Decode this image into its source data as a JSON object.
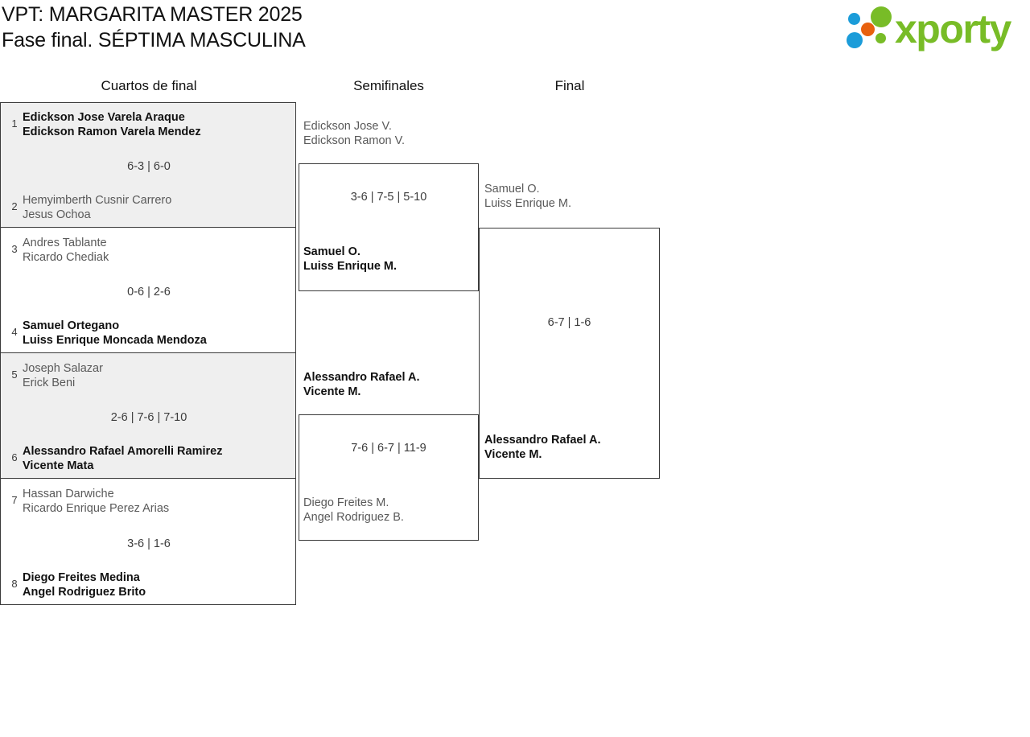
{
  "header": {
    "title_line1": "VPT: MARGARITA MASTER 2025",
    "title_line2": "Fase final. SÉPTIMA MASCULINA",
    "logo_text": "xporty",
    "logo_colors": {
      "blue": "#1b9cd9",
      "orange": "#e8610e",
      "green": "#78bc27"
    }
  },
  "rounds": [
    {
      "label": "Cuartos de final"
    },
    {
      "label": "Semifinales"
    },
    {
      "label": "Final"
    }
  ],
  "quarterfinals": [
    {
      "shaded": true,
      "score": "6-3 | 6-0",
      "top": {
        "seed": "1",
        "player1": "Edickson Jose Varela Araque",
        "player2": "Edickson Ramon Varela Mendez",
        "result": "winner"
      },
      "bottom": {
        "seed": "2",
        "player1": "Hemyimberth Cusnir Carrero",
        "player2": "Jesus Ochoa",
        "result": "loser"
      }
    },
    {
      "shaded": false,
      "score": "0-6 | 2-6",
      "top": {
        "seed": "3",
        "player1": "Andres Tablante",
        "player2": "Ricardo Chediak",
        "result": "loser"
      },
      "bottom": {
        "seed": "4",
        "player1": "Samuel Ortegano",
        "player2": "Luiss Enrique Moncada Mendoza",
        "result": "winner"
      }
    },
    {
      "shaded": true,
      "score": "2-6 | 7-6 | 7-10",
      "top": {
        "seed": "5",
        "player1": "Joseph Salazar",
        "player2": "Erick Beni",
        "result": "loser"
      },
      "bottom": {
        "seed": "6",
        "player1": "Alessandro Rafael Amorelli Ramirez",
        "player2": "Vicente Mata",
        "result": "winner"
      }
    },
    {
      "shaded": false,
      "score": "3-6 | 1-6",
      "top": {
        "seed": "7",
        "player1": "Hassan Darwiche",
        "player2": "Ricardo Enrique Perez Arias",
        "result": "loser"
      },
      "bottom": {
        "seed": "8",
        "player1": "Diego Freites Medina",
        "player2": "Angel Rodriguez Brito",
        "result": "winner"
      }
    }
  ],
  "semifinals": [
    {
      "score": "3-6 | 7-5 | 5-10",
      "top": {
        "player1": "Edickson Jose V.",
        "player2": "Edickson Ramon V.",
        "result": "loser"
      },
      "bottom": {
        "player1": "Samuel O.",
        "player2": "Luiss Enrique M.",
        "result": "winner"
      }
    },
    {
      "score": "7-6 | 6-7 | 11-9",
      "top": {
        "player1": "Alessandro Rafael A.",
        "player2": "Vicente M.",
        "result": "winner"
      },
      "bottom": {
        "player1": "Diego Freites M.",
        "player2": "Angel Rodriguez B.",
        "result": "loser"
      }
    }
  ],
  "final": {
    "score": "6-7 | 1-6",
    "top": {
      "player1": "Samuel O.",
      "player2": "Luiss Enrique M.",
      "result": "loser"
    },
    "bottom": {
      "player1": "Alessandro Rafael A.",
      "player2": "Vicente M.",
      "result": "winner"
    }
  }
}
